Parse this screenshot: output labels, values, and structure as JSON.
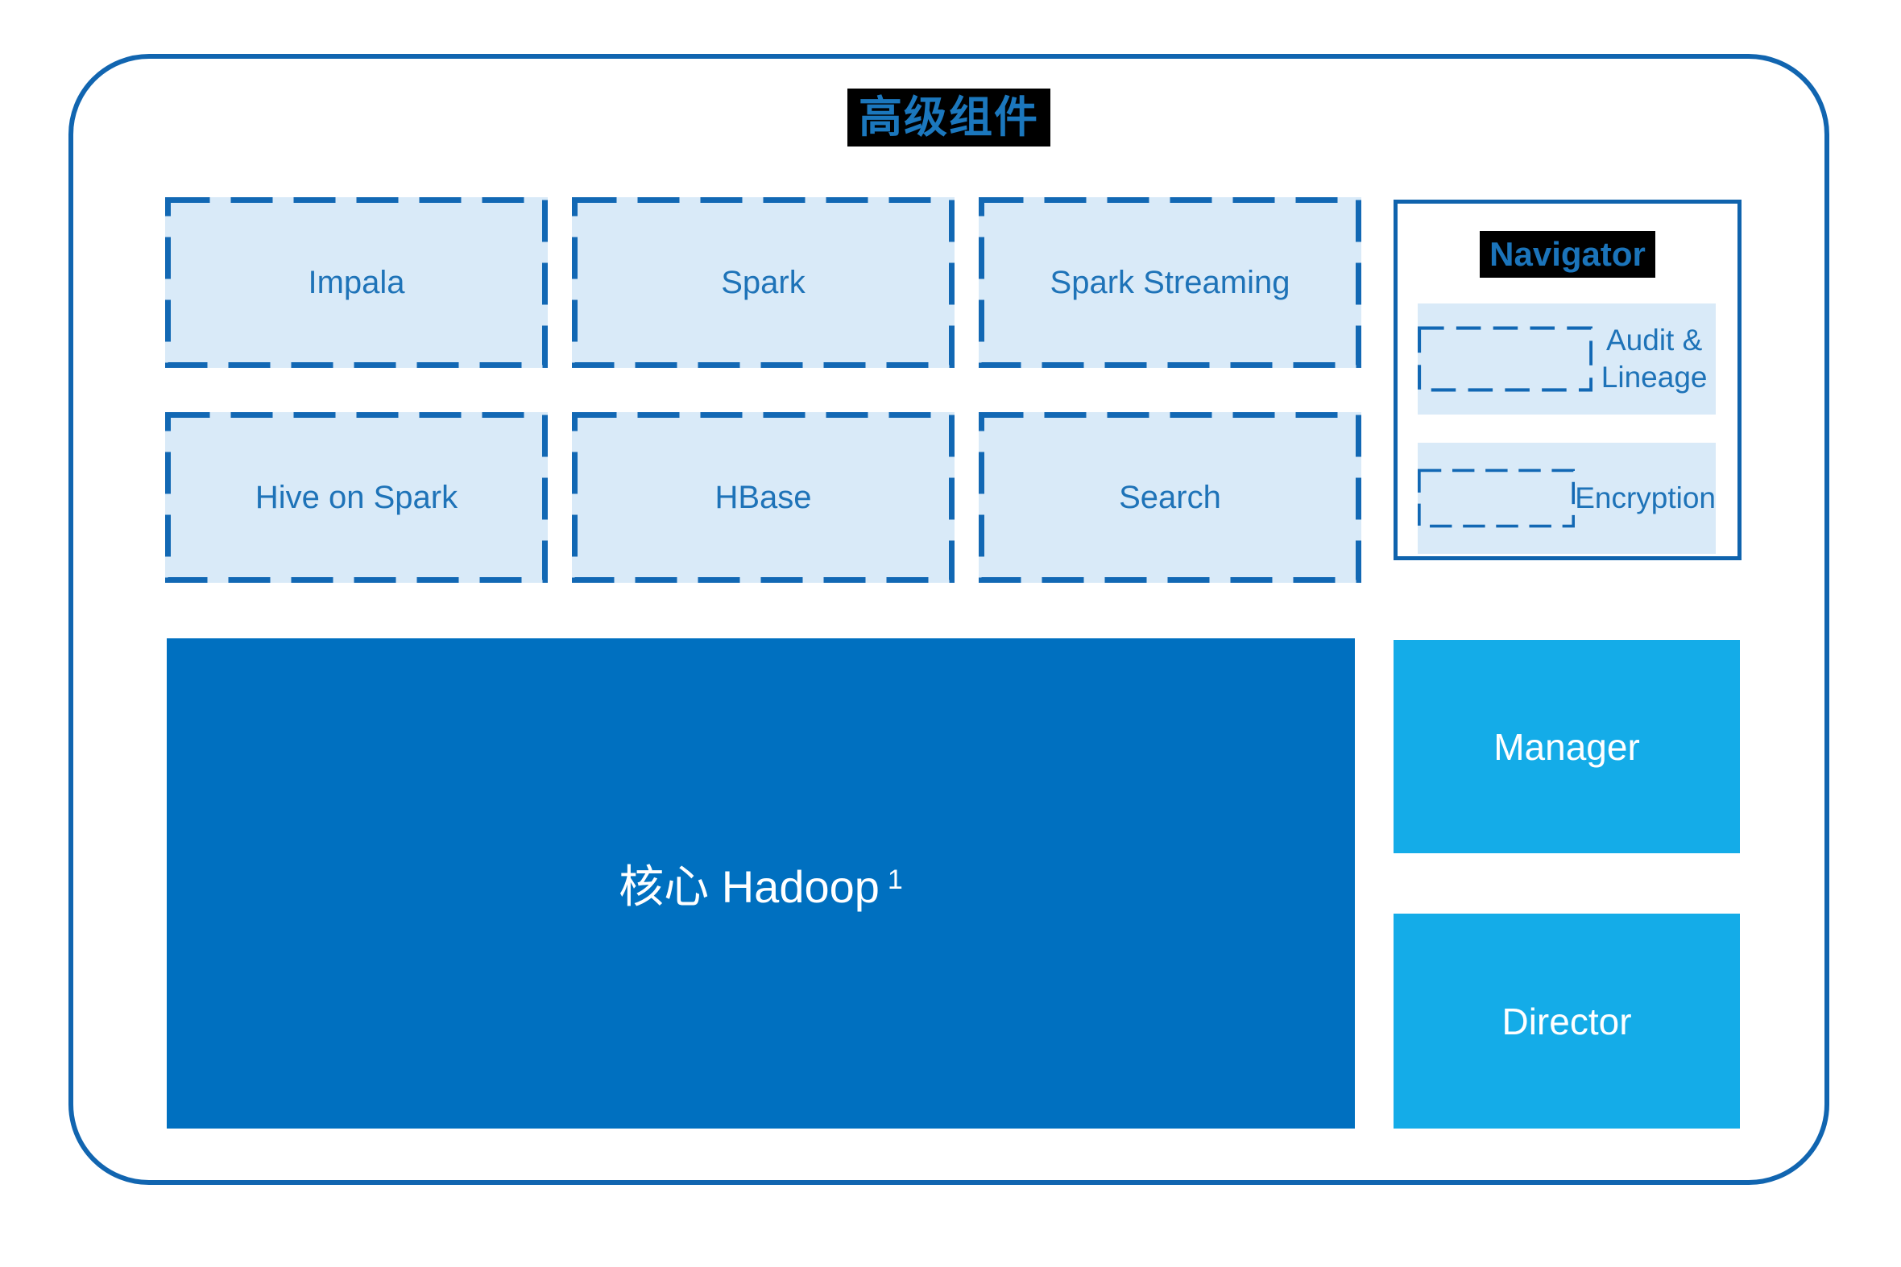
{
  "title": "高级组件",
  "grid_components": [
    {
      "label": "Impala"
    },
    {
      "label": "Spark"
    },
    {
      "label": "Spark Streaming"
    },
    {
      "label": "Hive on Spark"
    },
    {
      "label": "HBase"
    },
    {
      "label": "Search"
    }
  ],
  "navigator": {
    "title": "Navigator",
    "items": [
      {
        "label": "Audit & Lineage"
      },
      {
        "label": "Encryption"
      }
    ]
  },
  "core": {
    "label": "核心 Hadoop",
    "superscript": "1"
  },
  "side_components": [
    {
      "label": "Manager"
    },
    {
      "label": "Director"
    }
  ],
  "colors": {
    "frame_border": "#1165b0",
    "dashed_stroke": "#1268b4",
    "light_fill": "#d9eaf8",
    "core_fill": "#0070c0",
    "cyan_fill": "#14ace8",
    "label_blue": "#1e73b8",
    "title_blue": "#1b77bd",
    "highlight_bg": "#000000"
  }
}
